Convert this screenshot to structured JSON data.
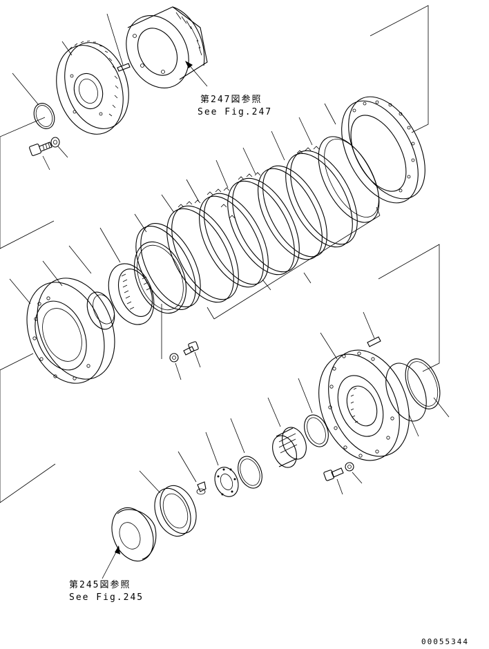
{
  "refs": {
    "fig247_jp": "第247図参照",
    "fig247_en": "See Fig.247",
    "fig245_jp": "第245図参照",
    "fig245_en": "See Fig.245"
  },
  "drawing_number": "00055344"
}
